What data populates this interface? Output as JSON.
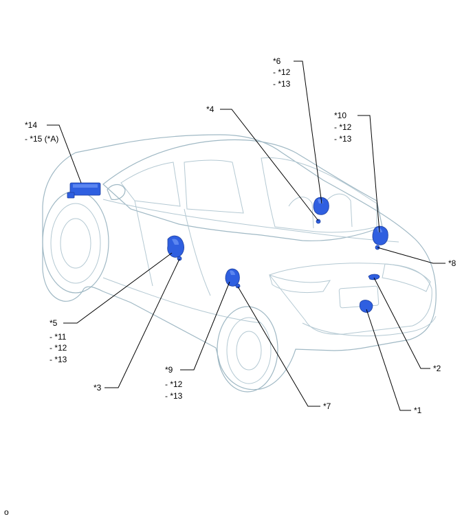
{
  "labels": {
    "c6": "*6",
    "c6_sub1": "- *12",
    "c6_sub2": "- *13",
    "c4": "*4",
    "c10": "*10",
    "c10_sub1": "- *12",
    "c10_sub2": "- *13",
    "c14": "*14",
    "c14_sub1": "- *15 (*A)",
    "c8": "*8",
    "c5": "*5",
    "c5_sub1": "- *11",
    "c5_sub2": "- *12",
    "c5_sub3": "- *13",
    "c2": "*2",
    "c3": "*3",
    "c9": "*9",
    "c9_sub1": "- *12",
    "c9_sub2": "- *13",
    "c7": "*7",
    "c1": "*1",
    "corner": "o"
  },
  "colors": {
    "part_fill": "#2f5fe0",
    "car_body": "#d8e8ee",
    "leader_line": "#000000"
  }
}
